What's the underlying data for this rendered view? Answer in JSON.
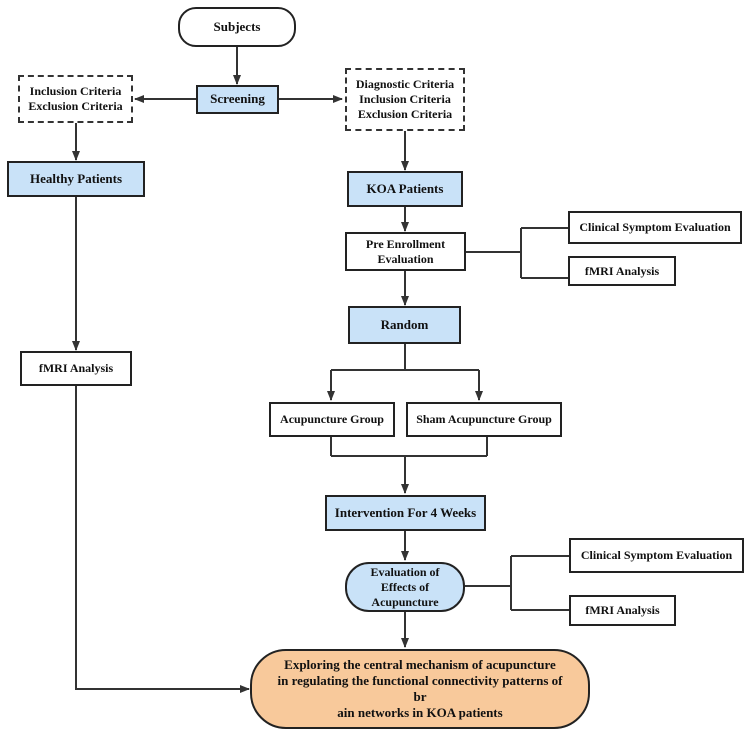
{
  "nodes": {
    "subjects": "Subjects",
    "screening": "Screening",
    "left_criteria": "Inclusion Criteria\nExclusion Criteria",
    "right_criteria": "Diagnostic Criteria\nInclusion Criteria\nExclusion Criteria",
    "healthy_patients": "Healthy Patients",
    "koa_patients": "KOA Patients",
    "pre_enrollment": "Pre Enrollment\nEvaluation",
    "clinical_eval_1": "Clinical Symptom Evaluation",
    "fmri_1": "fMRI Analysis",
    "random": "Random",
    "fmri_left": "fMRI Analysis",
    "acupuncture_group": "Acupuncture Group",
    "sham_group": "Sham Acupuncture Group",
    "intervention": "Intervention For 4 Weeks",
    "evaluation_effects": "Evaluation of\nEffects of\nAcupuncture",
    "clinical_eval_2": "Clinical Symptom Evaluation",
    "fmri_2": "fMRI Analysis",
    "conclusion": "Exploring the central mechanism of acupuncture\nin regulating the functional connectivity patterns of br\nain networks in KOA patients"
  },
  "colors": {
    "highlight_fill": "#c9e2f8",
    "conclusion_fill": "#f8c99b",
    "line": "#333333"
  }
}
